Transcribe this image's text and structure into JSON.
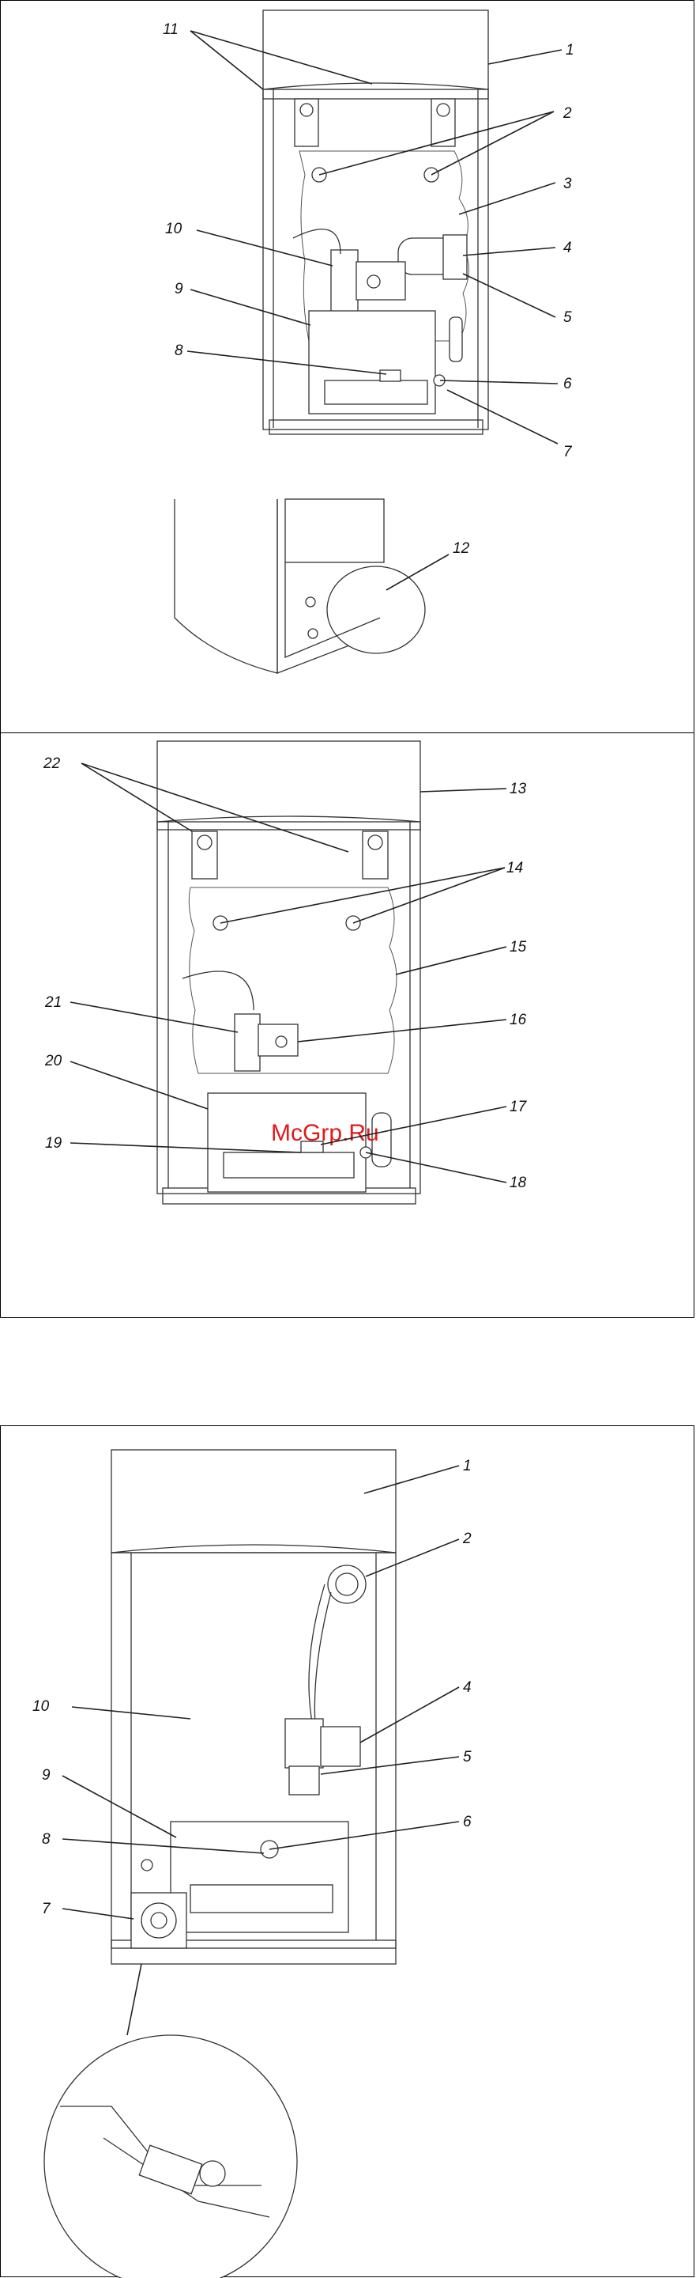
{
  "panel1": {
    "callouts": [
      "11",
      "1",
      "2",
      "3",
      "10",
      "4",
      "9",
      "5",
      "8",
      "6",
      "7",
      "12"
    ]
  },
  "panel2": {
    "callouts": [
      "22",
      "13",
      "14",
      "15",
      "21",
      "16",
      "20",
      "17",
      "19",
      "18"
    ]
  },
  "panel3": {
    "callouts": [
      "1",
      "2",
      "4",
      "10",
      "5",
      "9",
      "6",
      "8",
      "7"
    ]
  },
  "watermark": "McGrp.Ru"
}
